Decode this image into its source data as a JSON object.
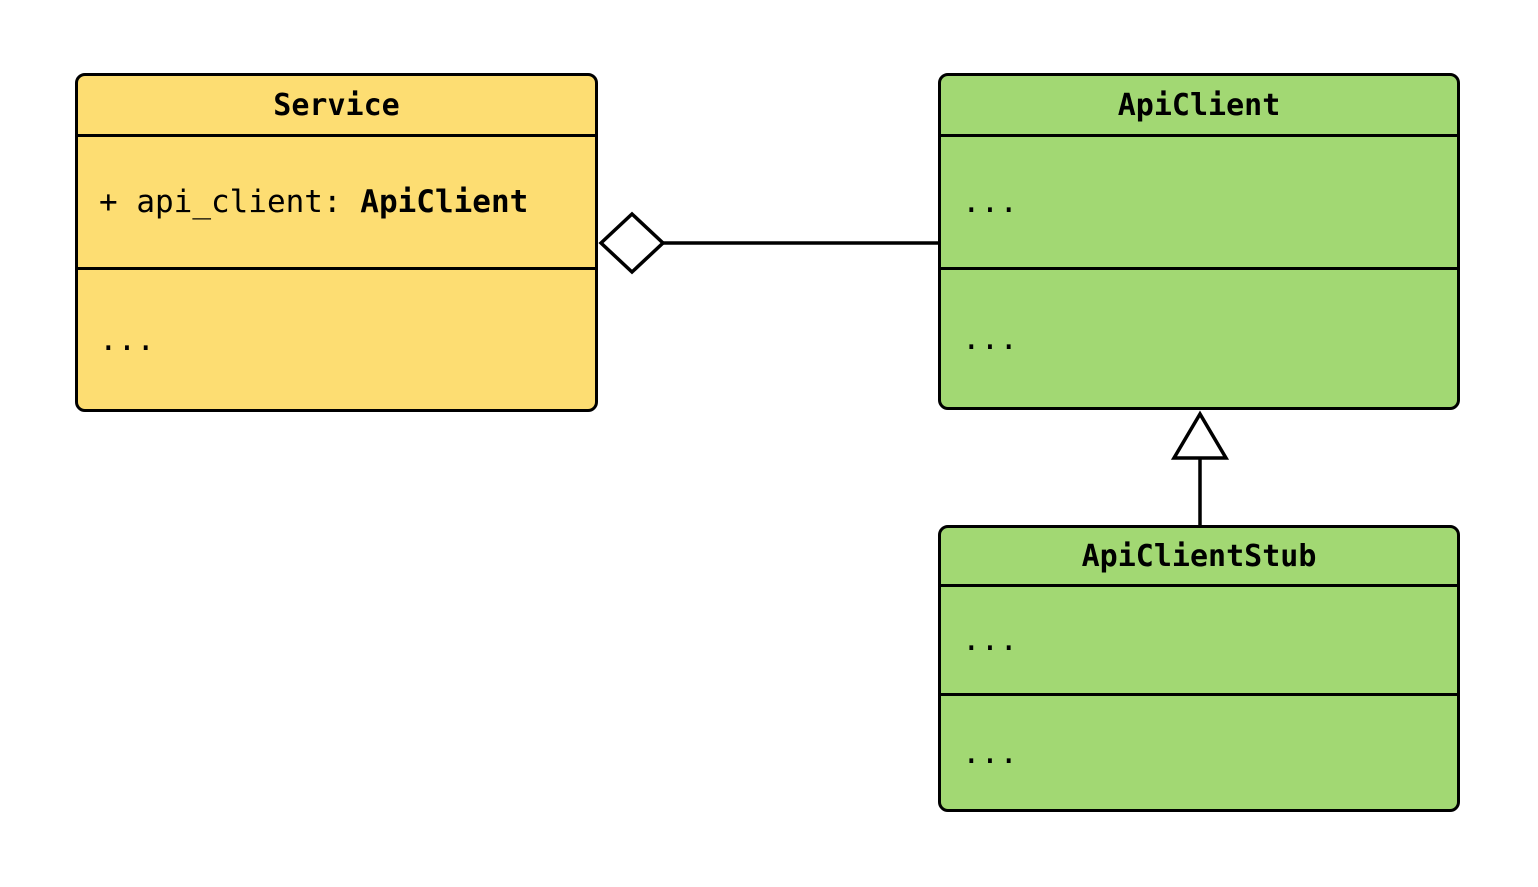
{
  "diagram_type": "uml-class-diagram",
  "colors": {
    "background": "#FFFFFF",
    "service_fill": "#FDDD72",
    "client_fill": "#A2D873",
    "border": "#000000",
    "line": "#000000"
  },
  "classes": {
    "service": {
      "title": "Service",
      "attribute_prefix": "+ api_client: ",
      "attribute_type": "ApiClient",
      "methods_placeholder": "..."
    },
    "api_client": {
      "title": "ApiClient",
      "attributes_placeholder": "...",
      "methods_placeholder": "..."
    },
    "api_client_stub": {
      "title": "ApiClientStub",
      "attributes_placeholder": "...",
      "methods_placeholder": "..."
    }
  },
  "relationships": [
    {
      "type": "aggregation",
      "from": "Service",
      "to": "ApiClient",
      "marker": "hollow-diamond"
    },
    {
      "type": "inheritance",
      "from": "ApiClientStub",
      "to": "ApiClient",
      "marker": "hollow-triangle"
    }
  ]
}
